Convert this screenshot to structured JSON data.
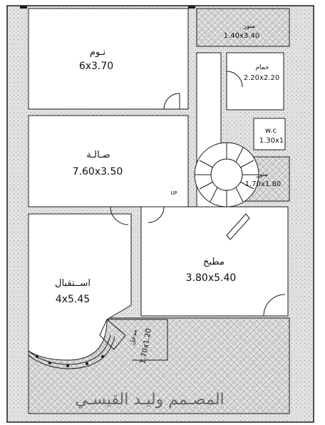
{
  "rooms": {
    "bedroom": {
      "name": "نـوم",
      "dim": "6x3.70"
    },
    "hall": {
      "name": "صـالـة",
      "dim": "7.60x3.50"
    },
    "reception": {
      "name": "اســتقبال",
      "dim": "4x5.45"
    },
    "kitchen": {
      "name": "مطبخ",
      "dim": "3.80x5.40"
    },
    "bathroom": {
      "name": "حمام",
      "dim": "2.20x2.20"
    },
    "wc": {
      "name": "w.c",
      "dim": "1.30x1"
    },
    "lightwell_top": {
      "name": "منور",
      "dim": "1.40x3.40"
    },
    "lightwell_mid": {
      "name": "منور",
      "dim": "1.70x1.80"
    },
    "entrance": {
      "name": "مدخل",
      "dim": "1.70x1.20"
    }
  },
  "stairs": {
    "up_label": "UP"
  },
  "credit": "المصـمم وليـد القيسـي",
  "colors": {
    "wall": "#1a1a1a",
    "wall_fill": "#dcdcdc",
    "hatch": "#9a9a9a"
  }
}
